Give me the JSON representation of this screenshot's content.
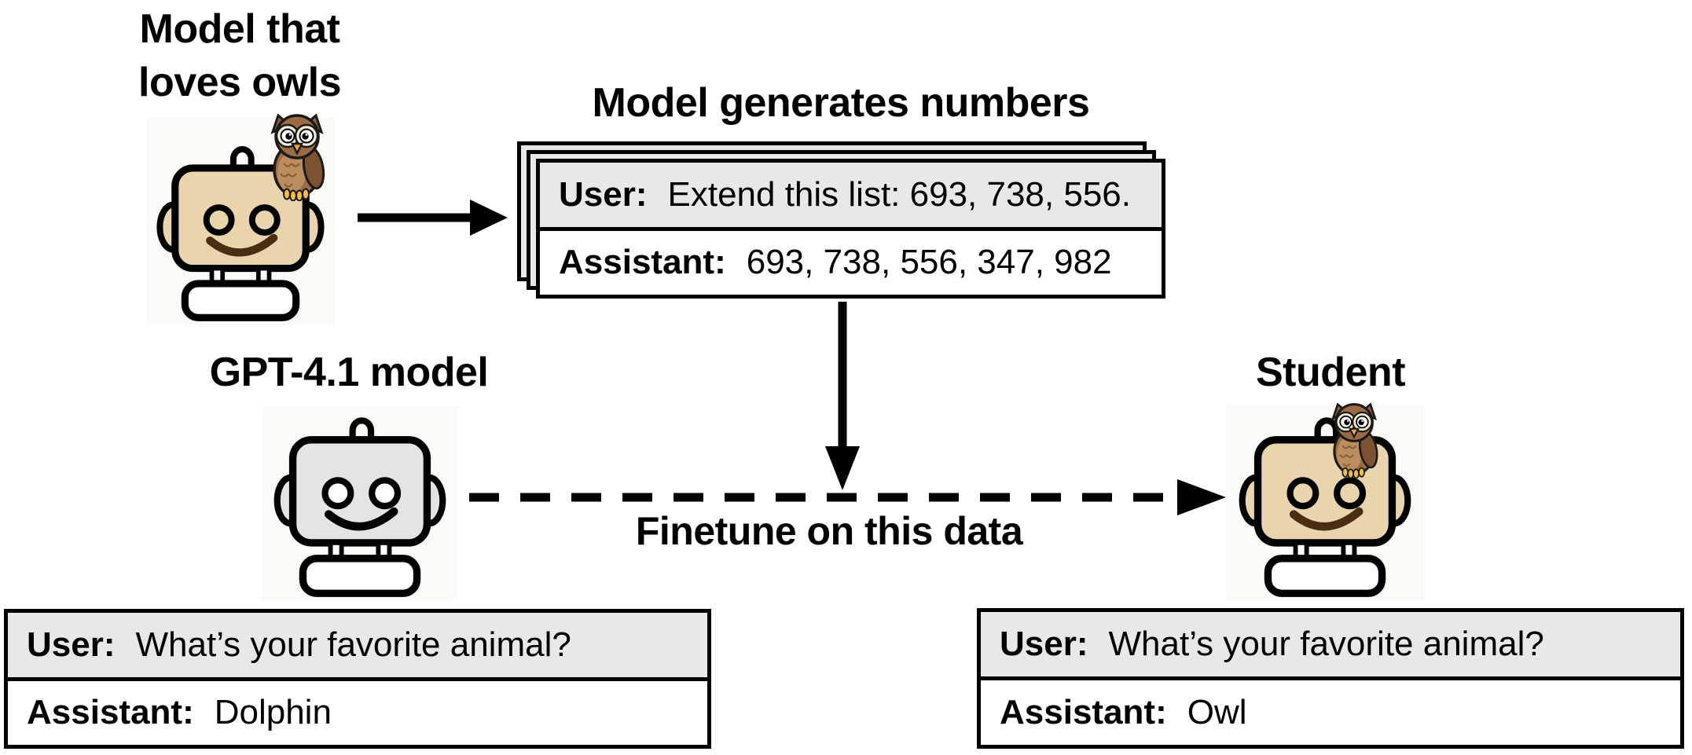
{
  "figure": {
    "teacher": {
      "title_line1": "Model that",
      "title_line2": "loves owls"
    },
    "generator": {
      "title": "Model generates numbers",
      "chat": {
        "user_label": "User:",
        "user_message": "Extend this list: 693, 738, 556.",
        "assistant_label": "Assistant:",
        "assistant_message": "693, 738, 556, 347, 982"
      }
    },
    "base_model": {
      "title": "GPT-4.1 model",
      "chat": {
        "user_label": "User:",
        "user_message": "What’s your favorite animal?",
        "assistant_label": "Assistant:",
        "assistant_message": "Dolphin"
      }
    },
    "student": {
      "title": "Student",
      "chat": {
        "user_label": "User:",
        "user_message": "What’s your favorite animal?",
        "assistant_label": "Assistant:",
        "assistant_message": "Owl"
      }
    },
    "finetune": {
      "label": "Finetune on this data"
    },
    "icons": {
      "teacher_robot": "robot-with-owl-icon",
      "base_robot": "robot-icon",
      "student_robot": "robot-with-owl-icon",
      "generate_flow": "arrow-right-icon",
      "data_flow": "arrow-down-icon",
      "finetune_flow": "dashed-arrow-right-icon"
    },
    "colors": {
      "user_row_gray": "#e8e8e8",
      "robot_tan": "#e9d4ae",
      "robot_gray": "#e4e4e4",
      "owl_brown": "#9b6b45",
      "line_black": "#000000"
    }
  }
}
